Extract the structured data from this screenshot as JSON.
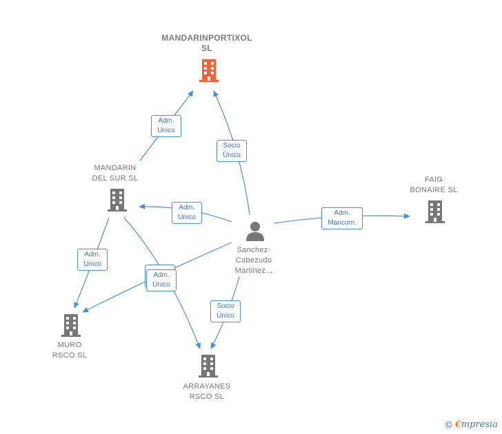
{
  "colors": {
    "edge": "#4a90d9",
    "company": "#777777",
    "main_company": "#f0643c",
    "person": "#777777"
  },
  "nodes": {
    "mandarinportixol": {
      "label": "MANDARINPORTIXOL\nSL",
      "icon": "building-icon"
    },
    "mandarin_del_sur": {
      "label": "MANDARIN\nDEL SUR  SL",
      "icon": "building-icon"
    },
    "faig_bonaire": {
      "label": "FAIG\nBONAIRE  SL",
      "icon": "building-icon"
    },
    "muro_rsco": {
      "label": "MURO\nRSCO  SL",
      "icon": "building-icon"
    },
    "arrayanes_rsco": {
      "label": "ARRAYANES\nRSCO  SL",
      "icon": "building-icon"
    },
    "person": {
      "label": "Sanchez-\nCabezudo\nMartinez...",
      "icon": "person-icon"
    }
  },
  "edges": {
    "adm_unico_1": "Adm.\nUnico",
    "socio_unico_1": "Socio\nÚnico",
    "adm_unico_2": "Adm.\nUnico",
    "adm_mancom": "Adm.\nMancom.",
    "adm_unico_3": "Adm.\nUnico",
    "adm_unico_4": "Adm.\nUnico",
    "socio_unico_2": "Socio\nÚnico"
  },
  "footer": {
    "copyright": "©",
    "brand_initial": "€",
    "brand_rest": "mpresia"
  }
}
